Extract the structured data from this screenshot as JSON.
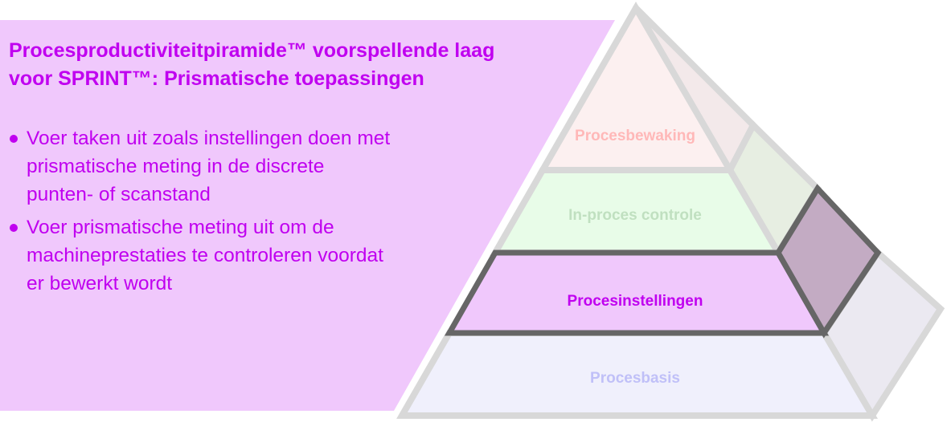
{
  "title": {
    "line1": "Procesproductiviteitpiramide™ voorspellende laag",
    "line2": "voor SPRINT™: Prismatische toepassingen"
  },
  "bullets": [
    {
      "lines": [
        "Voer taken uit zoals instellingen doen met",
        "prismatische meting in de discrete",
        "punten- of scanstand"
      ]
    },
    {
      "lines": [
        "Voer prismatische meting uit om de",
        "machineprestaties te controleren voordat",
        "er bewerkt wordt"
      ]
    }
  ],
  "pyramid": {
    "layers": [
      {
        "label": "Procesbewaking",
        "color": "#ffb8b8"
      },
      {
        "label": "In-proces controle",
        "color": "#c0e0c0"
      },
      {
        "label": "Procesinstellingen",
        "color": "#c000f0"
      },
      {
        "label": "Procesbasis",
        "color": "#c0c0f8"
      }
    ],
    "highlighted": "Procesinstellingen"
  },
  "colors": {
    "accent": "#c000f0",
    "panel": "#f0c8fc",
    "outline": "#d8d8d8",
    "highlight_outline": "#666666"
  }
}
